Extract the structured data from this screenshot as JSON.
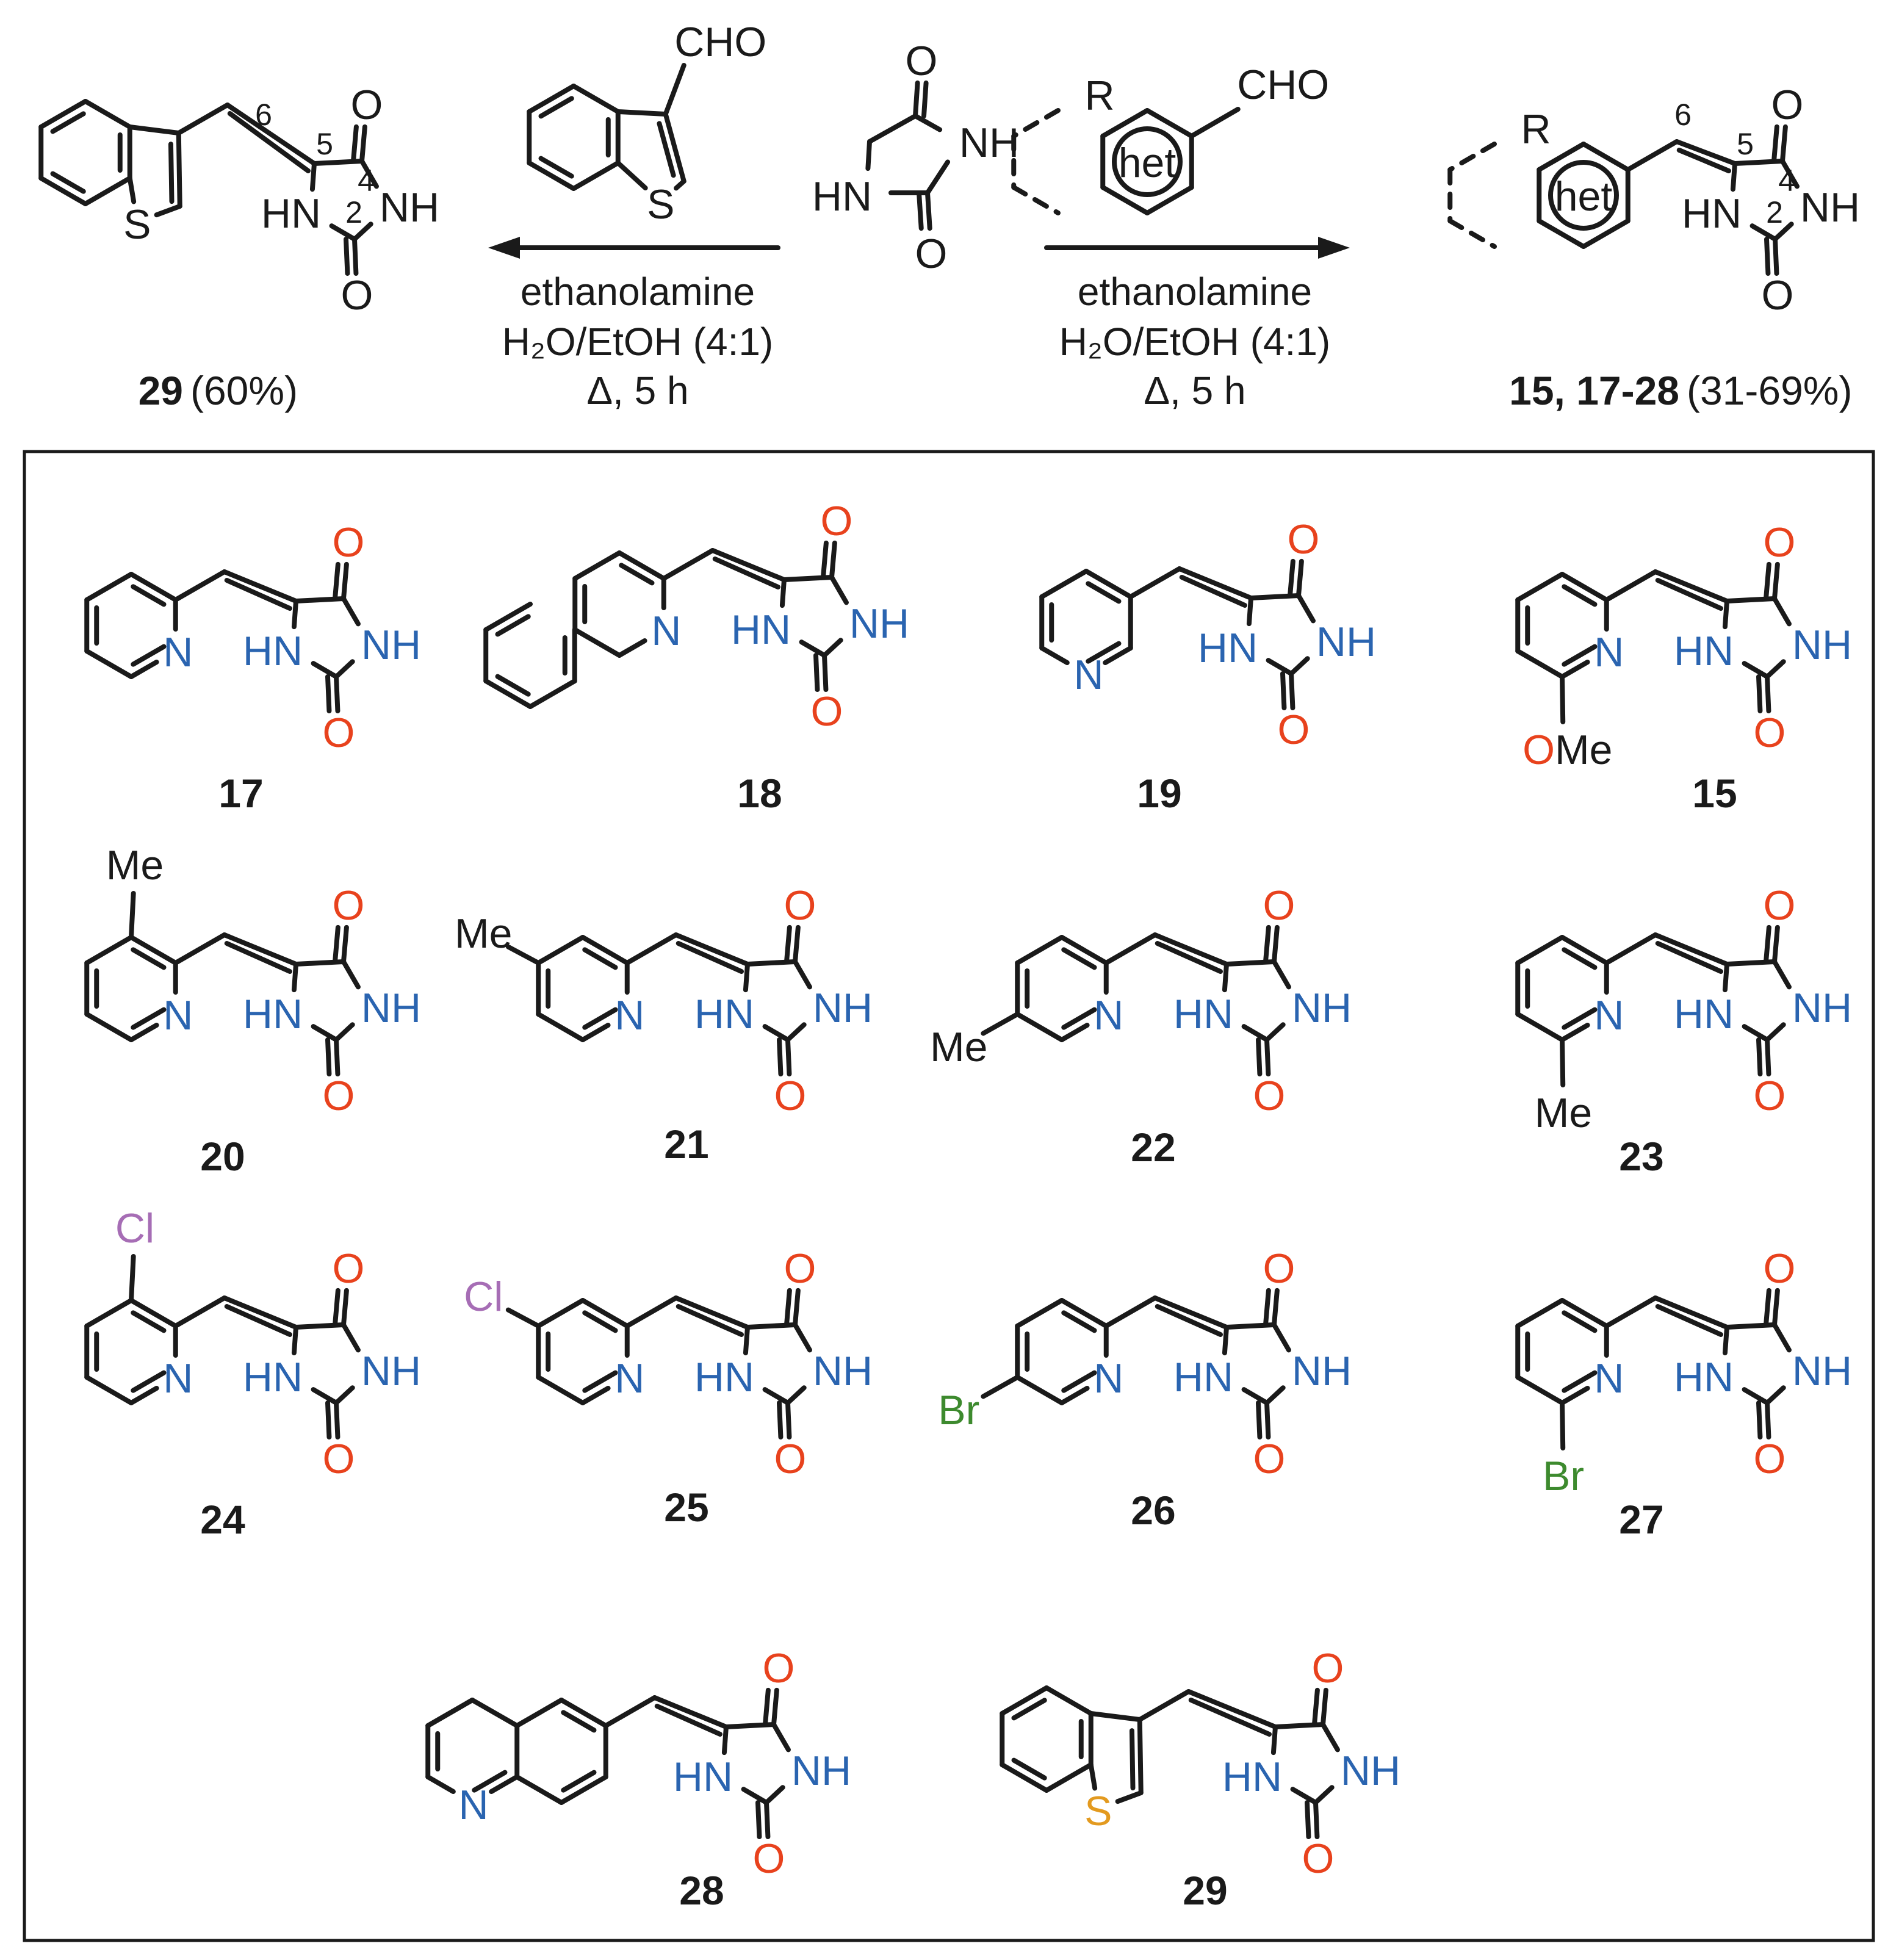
{
  "scheme": {
    "left_aldehyde_label": "CHO",
    "left_aldehyde_heteroatom": "S",
    "right_aldehyde_label": "CHO",
    "right_aldehyde_R": "R",
    "het_label": "het",
    "hydantoin_O_top": "O",
    "hydantoin_NH": "NH",
    "hydantoin_HN": "HN",
    "hydantoin_O_bottom": "O",
    "num_2": "2",
    "num_4": "4",
    "num_5": "5",
    "num_6": "6",
    "conditions_left": [
      "ethanolamine",
      "H₂O/EtOH (4:1)",
      "Δ, 5 h"
    ],
    "conditions_right": [
      "ethanolamine",
      "H₂O/EtOH (4:1)",
      "Δ, 5 h"
    ],
    "product_left": {
      "compound": "29",
      "yield": "(60%)"
    },
    "product_right": {
      "compound": "15, 17-28",
      "yield": "(31-69%)"
    }
  },
  "panel": {
    "compounds": [
      {
        "id": "17",
        "substituent": "",
        "heteroatom": "N",
        "scaffold": "2-pyridyl"
      },
      {
        "id": "18",
        "substituent": "",
        "heteroatom": "N",
        "scaffold": "2-quinolinyl"
      },
      {
        "id": "19",
        "substituent": "",
        "heteroatom": "N",
        "scaffold": "3-pyridyl"
      },
      {
        "id": "15",
        "substituent": "OMe",
        "heteroatom": "N",
        "scaffold": "2-pyridyl"
      },
      {
        "id": "20",
        "substituent": "Me",
        "heteroatom": "N",
        "scaffold": "2-pyridyl"
      },
      {
        "id": "21",
        "substituent": "Me",
        "heteroatom": "N",
        "scaffold": "2-pyridyl"
      },
      {
        "id": "22",
        "substituent": "Me",
        "heteroatom": "N",
        "scaffold": "2-pyridyl"
      },
      {
        "id": "23",
        "substituent": "Me",
        "heteroatom": "N",
        "scaffold": "2-pyridyl"
      },
      {
        "id": "24",
        "substituent": "Cl",
        "heteroatom": "N",
        "scaffold": "2-pyridyl"
      },
      {
        "id": "25",
        "substituent": "Cl",
        "heteroatom": "N",
        "scaffold": "2-pyridyl"
      },
      {
        "id": "26",
        "substituent": "Br",
        "heteroatom": "N",
        "scaffold": "2-pyridyl"
      },
      {
        "id": "27",
        "substituent": "Br",
        "heteroatom": "N",
        "scaffold": "2-pyridyl"
      },
      {
        "id": "28",
        "substituent": "",
        "heteroatom": "N",
        "scaffold": "6-quinolinyl"
      },
      {
        "id": "29",
        "substituent": "",
        "heteroatom": "S",
        "scaffold": "benzothiophen-3-yl"
      }
    ]
  },
  "colors": {
    "bond": "#1a1a1a",
    "oxygen": "#e8421d",
    "nitrogen": "#2a64b0",
    "chlorine": "#a66db5",
    "bromine": "#3d8a2e",
    "sulfur": "#e39a1f",
    "black": "#1a1a1a"
  }
}
